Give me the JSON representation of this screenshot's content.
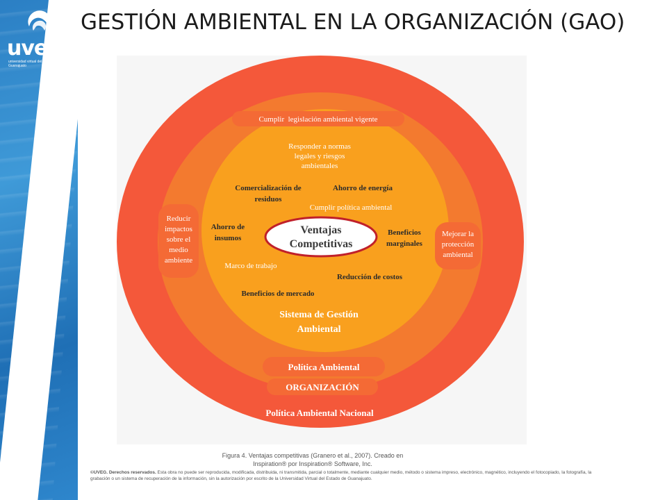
{
  "slide": {
    "title": "GESTIÓN AMBIENTAL EN LA ORGANIZACIÓN (GAO)"
  },
  "logo": {
    "text": "uveg",
    "subtitle": "universidad virtual del estado de Guanajuato"
  },
  "diagram": {
    "center_label": [
      "Ventajas",
      "Competitivas"
    ],
    "inner_ring_labels": {
      "normas": [
        "Responder a normas",
        "legales y riesgos",
        "ambientales"
      ],
      "comercializacion": [
        "Comercialización de",
        "residuos"
      ],
      "ahorro_energia": "Ahorro de energía",
      "cumplir_politica": "Cumplir política ambiental",
      "ahorro_insumos": [
        "Ahorro de",
        "insumos"
      ],
      "beneficios_marginales": [
        "Beneficios",
        "marginales"
      ],
      "marco_trabajo": "Marco de trabajo",
      "reduccion_costos": "Reducción de costos",
      "beneficios_mercado": "Beneficios de mercado",
      "sga": [
        "Sistema de Gestión",
        "Ambiental"
      ]
    },
    "middle_ring_labels": {
      "cumplir_legislacion": "Cumplir  legislación ambiental vigente",
      "reducir_impactos": [
        "Reducir",
        "impactos",
        "sobre el",
        "medio",
        "ambiente"
      ],
      "mejorar_proteccion": [
        "Mejorar la",
        "protección",
        "ambiental"
      ],
      "politica_ambiental": "Política Ambiental",
      "organizacion": "ORGANIZACIÓN"
    },
    "outer_ring_labels": {
      "politica_nacional": "Política Ambiental Nacional"
    },
    "colors": {
      "outer_ring": "#f4583a",
      "middle_ring": "#f37a2f",
      "inner_ring": "#f9a01e",
      "pill": "#f46a35",
      "center_fill": "#ffffff",
      "center_border": "#c0202a"
    }
  },
  "caption": {
    "line1": "Figura  4. Ventajas competitivas (Granero et al., 2007). Creado en",
    "line2": "Inspiration® por Inspiration® Software, Inc."
  },
  "copyright": {
    "lead": "©UVEG. Derechos reservados.",
    "text": " Esta obra no puede ser reproducida, modificada, distribuida, ni transmitida, parcial o totalmente, mediante cualquier medio, método o sistema impreso, electrónico, magnético, incluyendo el fotocopiado, la fotografía, la grabación o un sistema de recuperación de la información, sin la autorización por escrito de la Universidad Virtual del Estado de Guanajuato."
  }
}
